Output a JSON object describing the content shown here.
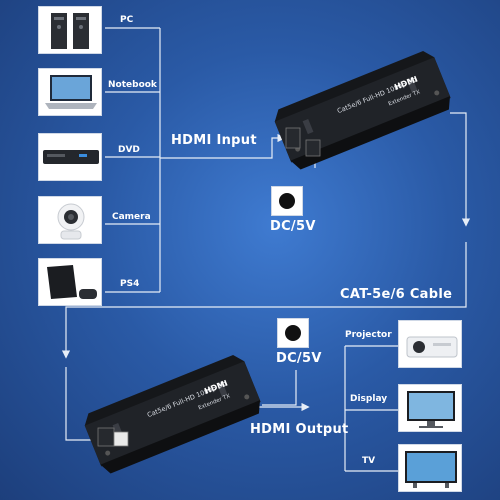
{
  "sources": [
    {
      "label": "PC",
      "icon": "pc-towers-icon"
    },
    {
      "label": "Notebook",
      "icon": "notebook-icon"
    },
    {
      "label": "DVD",
      "icon": "dvd-player-icon"
    },
    {
      "label": "Camera",
      "icon": "camera-icon"
    },
    {
      "label": "PS4",
      "icon": "ps4-console-icon"
    }
  ],
  "hdmi_input_label": "HDMI Input",
  "power_top_label": "DC/5V",
  "power_bottom_label": "DC/5V",
  "cable_label": "CAT-5e/6 Cable",
  "hdmi_output_label": "HDMI Output",
  "destinations": [
    {
      "label": "Projector",
      "icon": "projector-icon"
    },
    {
      "label": "Display",
      "icon": "display-monitor-icon"
    },
    {
      "label": "TV",
      "icon": "tv-icon"
    }
  ],
  "transmitter": {
    "model_text": "Cat5e/6 Full-HD 1080p 3D",
    "logo_text": "HDMI",
    "sub_text": "Extender  TX"
  },
  "receiver": {
    "model_text": "Cat5e/6 Full-HD 1080p 3D",
    "logo_text": "HDMI",
    "sub_text": "Extender  TX"
  },
  "colors": {
    "line": "#e6edf7",
    "accent": "#ffffff",
    "device": "#1b1d21"
  }
}
